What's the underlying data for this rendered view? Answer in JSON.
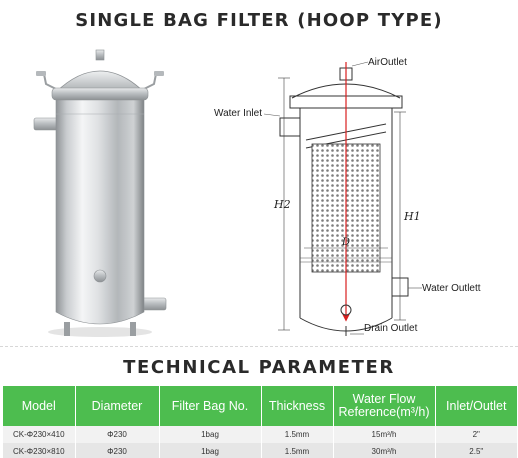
{
  "header": {
    "title": "SINGLE BAG FILTER (HOOP TYPE)"
  },
  "diagram": {
    "labels": {
      "air_outlet": "AirOutlet",
      "water_inlet": "Water Inlet",
      "water_outlet": "Water Outlett",
      "drain_outlet": "Drain Outlet",
      "h1": "H1",
      "h2": "H2",
      "d": "D"
    }
  },
  "section": {
    "title": "TECHNICAL  PARAMETER"
  },
  "table": {
    "headers": {
      "model": "Model",
      "diameter": "Diameter",
      "filter_bag": "Filter Bag No.",
      "thickness": "Thickness",
      "water_flow_line1": "Water Flow",
      "water_flow_line2": "Reference(m³/h)",
      "inlet_outlet": "Inlet/Outlet"
    },
    "rows": [
      {
        "model": "CK-Φ230×410",
        "diameter": "Φ230",
        "filter_bag": "1bag",
        "thickness": "1.5mm",
        "water_flow": "15m³/h",
        "inlet_outlet": "2\""
      },
      {
        "model": "CK-Φ230×810",
        "diameter": "Φ230",
        "filter_bag": "1bag",
        "thickness": "1.5mm",
        "water_flow": "30m³/h",
        "inlet_outlet": "2.5\""
      }
    ]
  },
  "colors": {
    "header_green": "#4dbd4f",
    "arrow_red": "#d91e1e",
    "steel": "#bfc3c6"
  }
}
